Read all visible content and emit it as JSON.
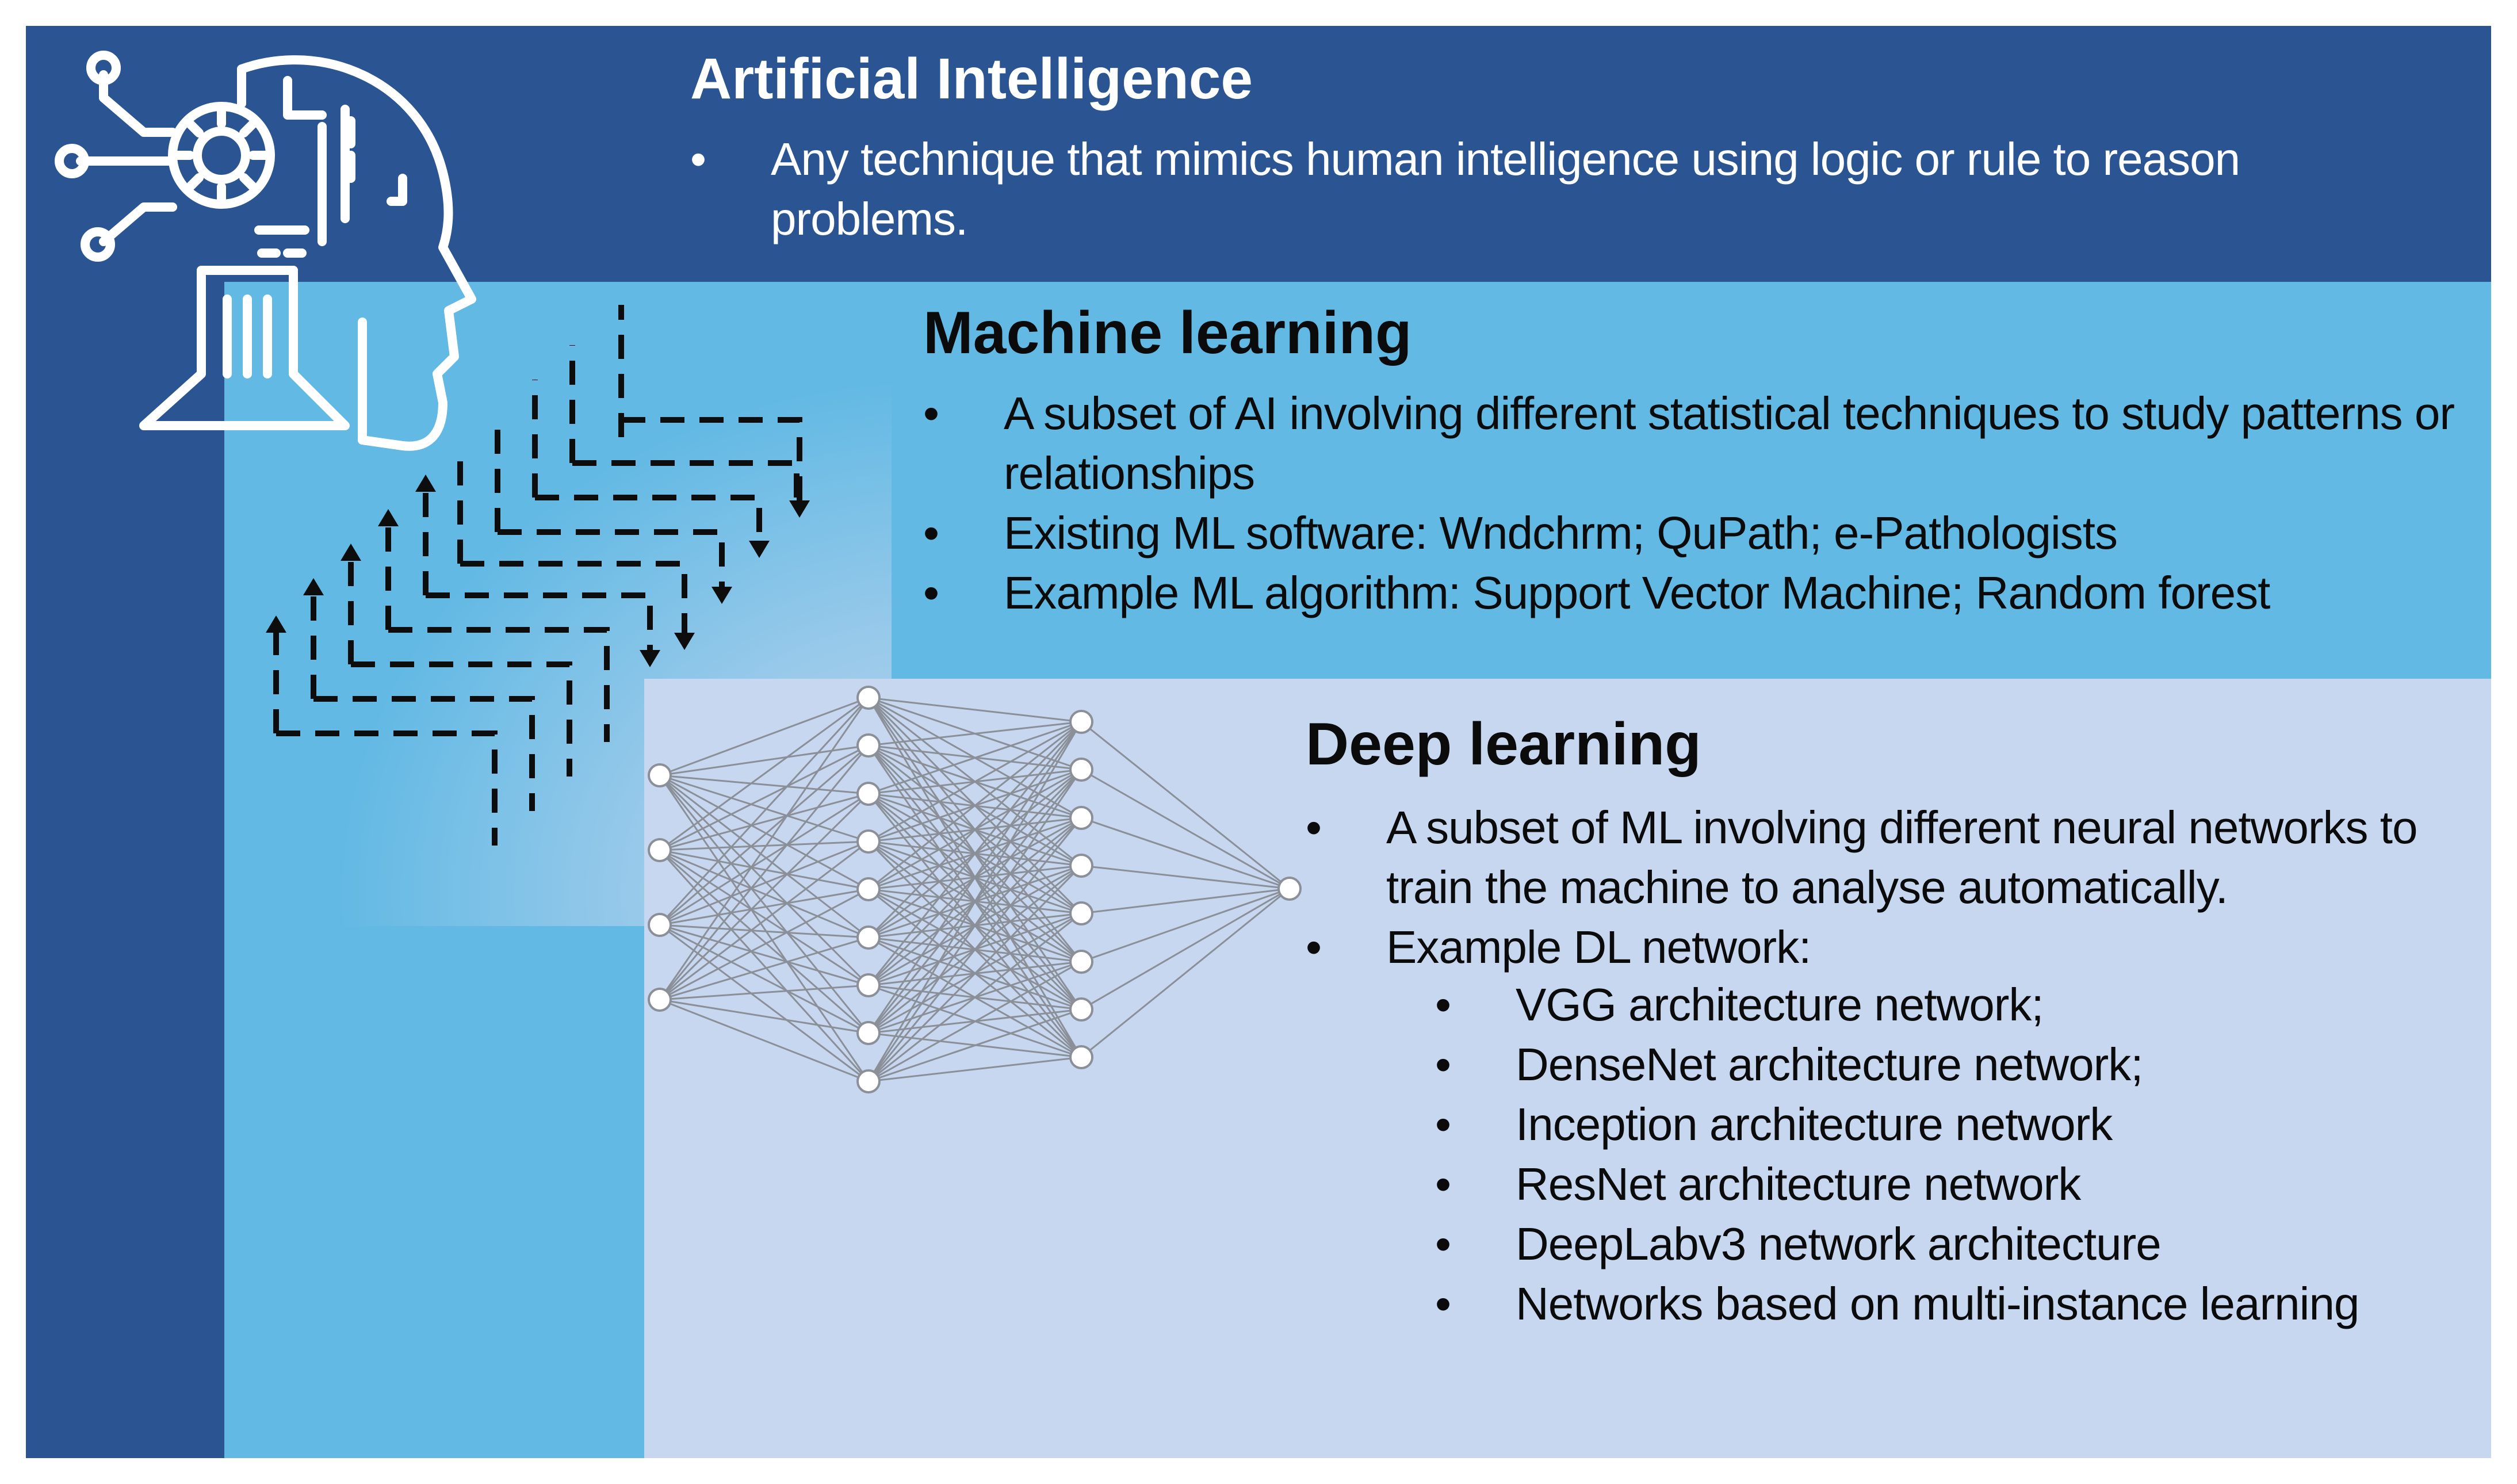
{
  "ai": {
    "title": "Artificial Intelligence",
    "bullets": [
      "Any technique that mimics human intelligence using logic or rule to reason problems."
    ]
  },
  "ml": {
    "title": "Machine learning",
    "bullets": [
      "A subset of AI involving different statistical techniques to study patterns or relationships",
      "Existing ML software:  Wndchrm; QuPath; e-Pathologists",
      "Example ML algorithm:  Support Vector Machine;  Random forest"
    ]
  },
  "dl": {
    "title": "Deep learning",
    "bullets": [
      "A subset of ML involving different neural networks to train the machine to analyse automatically.",
      "Example DL network:"
    ],
    "sub_bullets": [
      "VGG architecture network;",
      "DenseNet architecture network;",
      "Inception architecture network",
      "ResNet architecture network",
      "DeepLabv3 network architecture",
      "Networks based on multi-instance learning"
    ]
  },
  "icons": {
    "ai_head": "robot-head-circuit-icon",
    "data_flow": "dashed-arrows-icon",
    "neural_net": "neural-network-icon"
  },
  "colors": {
    "ai": "#2a5592",
    "ml": "#61b9e4",
    "dl": "#c6d7ef"
  }
}
